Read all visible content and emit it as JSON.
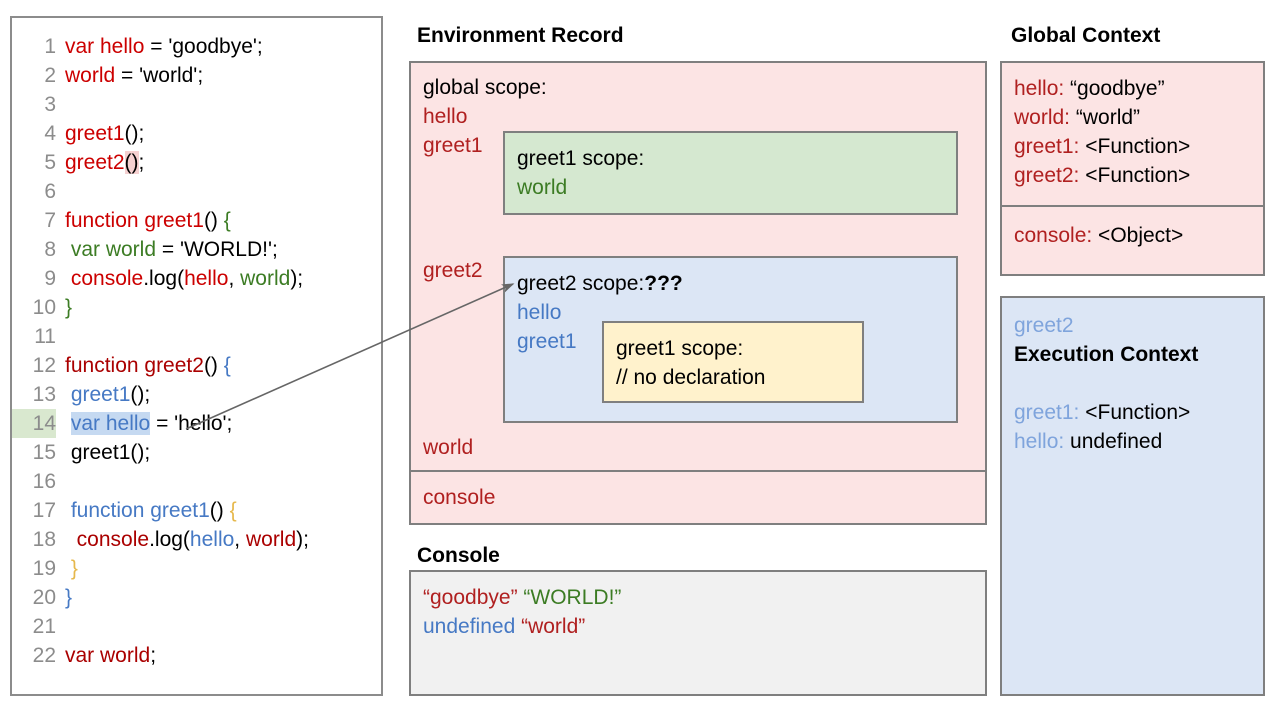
{
  "code_panel": {
    "lines": [
      {
        "n": "1",
        "tokens": [
          {
            "t": "var hello",
            "c": "tk-red"
          },
          {
            "t": " = ",
            "c": "tk-black"
          },
          {
            "t": "'goodbye';",
            "c": "tk-black"
          }
        ]
      },
      {
        "n": "2",
        "tokens": [
          {
            "t": "world",
            "c": "tk-red"
          },
          {
            "t": " = 'world';",
            "c": "tk-black"
          }
        ]
      },
      {
        "n": "3",
        "tokens": []
      },
      {
        "n": "4",
        "tokens": [
          {
            "t": "greet1",
            "c": "tk-red"
          },
          {
            "t": "();",
            "c": "tk-black"
          }
        ]
      },
      {
        "n": "5",
        "tokens": [
          {
            "t": "greet2",
            "c": "tk-red"
          },
          {
            "t": "()",
            "c": "tk-black hl-pink"
          },
          {
            "t": ";",
            "c": "tk-black"
          }
        ]
      },
      {
        "n": "6",
        "tokens": []
      },
      {
        "n": "7",
        "tokens": [
          {
            "t": "function greet1",
            "c": "tk-red"
          },
          {
            "t": "() ",
            "c": "tk-black"
          },
          {
            "t": "{",
            "c": "tk-green"
          }
        ]
      },
      {
        "n": "8",
        "tokens": [
          {
            "t": " var world",
            "c": "tk-green"
          },
          {
            "t": " = 'WORLD!';",
            "c": "tk-black"
          }
        ]
      },
      {
        "n": "9",
        "tokens": [
          {
            "t": " console",
            "c": "tk-red"
          },
          {
            "t": ".log(",
            "c": "tk-black"
          },
          {
            "t": "hello",
            "c": "tk-red"
          },
          {
            "t": ", ",
            "c": "tk-black"
          },
          {
            "t": "world",
            "c": "tk-green"
          },
          {
            "t": ");",
            "c": "tk-black"
          }
        ]
      },
      {
        "n": "10",
        "tokens": [
          {
            "t": "}",
            "c": "tk-green"
          }
        ]
      },
      {
        "n": "11",
        "tokens": []
      },
      {
        "n": "12",
        "tokens": [
          {
            "t": "function greet2",
            "c": "tk-dkred"
          },
          {
            "t": "() ",
            "c": "tk-black"
          },
          {
            "t": "{",
            "c": "tk-blue"
          }
        ]
      },
      {
        "n": "13",
        "tokens": [
          {
            "t": " greet1",
            "c": "tk-blue"
          },
          {
            "t": "();",
            "c": "tk-black"
          }
        ]
      },
      {
        "n": "14",
        "hl_num": true,
        "tokens": [
          {
            "t": " ",
            "c": "tk-black"
          },
          {
            "t": "var hello",
            "c": "tk-blue hl-blue"
          },
          {
            "t": " = 'hello';",
            "c": "tk-black"
          }
        ]
      },
      {
        "n": "15",
        "tokens": [
          {
            "t": " greet1();",
            "c": "tk-black"
          }
        ]
      },
      {
        "n": "16",
        "tokens": []
      },
      {
        "n": "17",
        "tokens": [
          {
            "t": " function greet1",
            "c": "tk-blue"
          },
          {
            "t": "() ",
            "c": "tk-black"
          },
          {
            "t": "{",
            "c": "tk-yellow"
          }
        ]
      },
      {
        "n": "18",
        "tokens": [
          {
            "t": "  console",
            "c": "tk-dkred"
          },
          {
            "t": ".log(",
            "c": "tk-black"
          },
          {
            "t": "hello",
            "c": "tk-blue"
          },
          {
            "t": ", ",
            "c": "tk-black"
          },
          {
            "t": "world",
            "c": "tk-dkred"
          },
          {
            "t": ");",
            "c": "tk-black"
          }
        ]
      },
      {
        "n": "19",
        "tokens": [
          {
            "t": " }",
            "c": "tk-yellow"
          }
        ]
      },
      {
        "n": "20",
        "tokens": [
          {
            "t": "}",
            "c": "tk-blue"
          }
        ]
      },
      {
        "n": "21",
        "tokens": []
      },
      {
        "n": "22",
        "tokens": [
          {
            "t": "var world",
            "c": "tk-dkred"
          },
          {
            "t": ";",
            "c": "tk-black"
          }
        ]
      }
    ]
  },
  "environment_record": {
    "title": "Environment Record",
    "global_scope_label": "global scope:",
    "bindings": [
      "hello",
      "greet1",
      "greet2",
      "world"
    ],
    "console_binding": "console",
    "greet1_scope": {
      "title": "greet1 scope:",
      "bindings": [
        "world"
      ]
    },
    "greet2_scope": {
      "title": "greet2 scope:",
      "annotation": "???",
      "bindings": [
        "hello",
        "greet1"
      ],
      "greet1_inner": {
        "title": "greet1 scope:",
        "note": "// no declaration"
      }
    }
  },
  "console": {
    "title": "Console",
    "lines": [
      [
        {
          "t": "“goodbye” ",
          "c": "c-red"
        },
        {
          "t": "“WORLD!”",
          "c": "c-green"
        }
      ],
      [
        {
          "t": "undefined ",
          "c": "c-blue"
        },
        {
          "t": "“world”",
          "c": "c-red"
        }
      ]
    ]
  },
  "global_context": {
    "title": "Global Context",
    "entries": [
      {
        "key": "hello:",
        "value": " “goodbye”"
      },
      {
        "key": "world:",
        "value": " “world”"
      },
      {
        "key": "greet1:",
        "value": " <Function>"
      },
      {
        "key": "greet2:",
        "value": " <Function>"
      }
    ],
    "console_entry": {
      "key": "console:",
      "value": " <Object>"
    }
  },
  "execution_context": {
    "name": "greet2",
    "title": "Execution Context",
    "entries": [
      {
        "key": "greet1:",
        "value": " <Function>"
      },
      {
        "key": "hello:",
        "value": " undefined"
      }
    ]
  },
  "colors": {
    "pink_panel": "#fce4e4",
    "green_scope": "#d5e8d0",
    "blue_scope": "#dce6f5",
    "yellow_scope": "#fff2cc",
    "console_panel": "#f1f1f1",
    "border": "#7f7f7f",
    "accent_red": "#b02020",
    "accent_blue": "#4679c4",
    "accent_green": "#3c7c24",
    "highlight_line_number": "#d9e8cf",
    "highlight_selection": "#c5d9f1"
  }
}
